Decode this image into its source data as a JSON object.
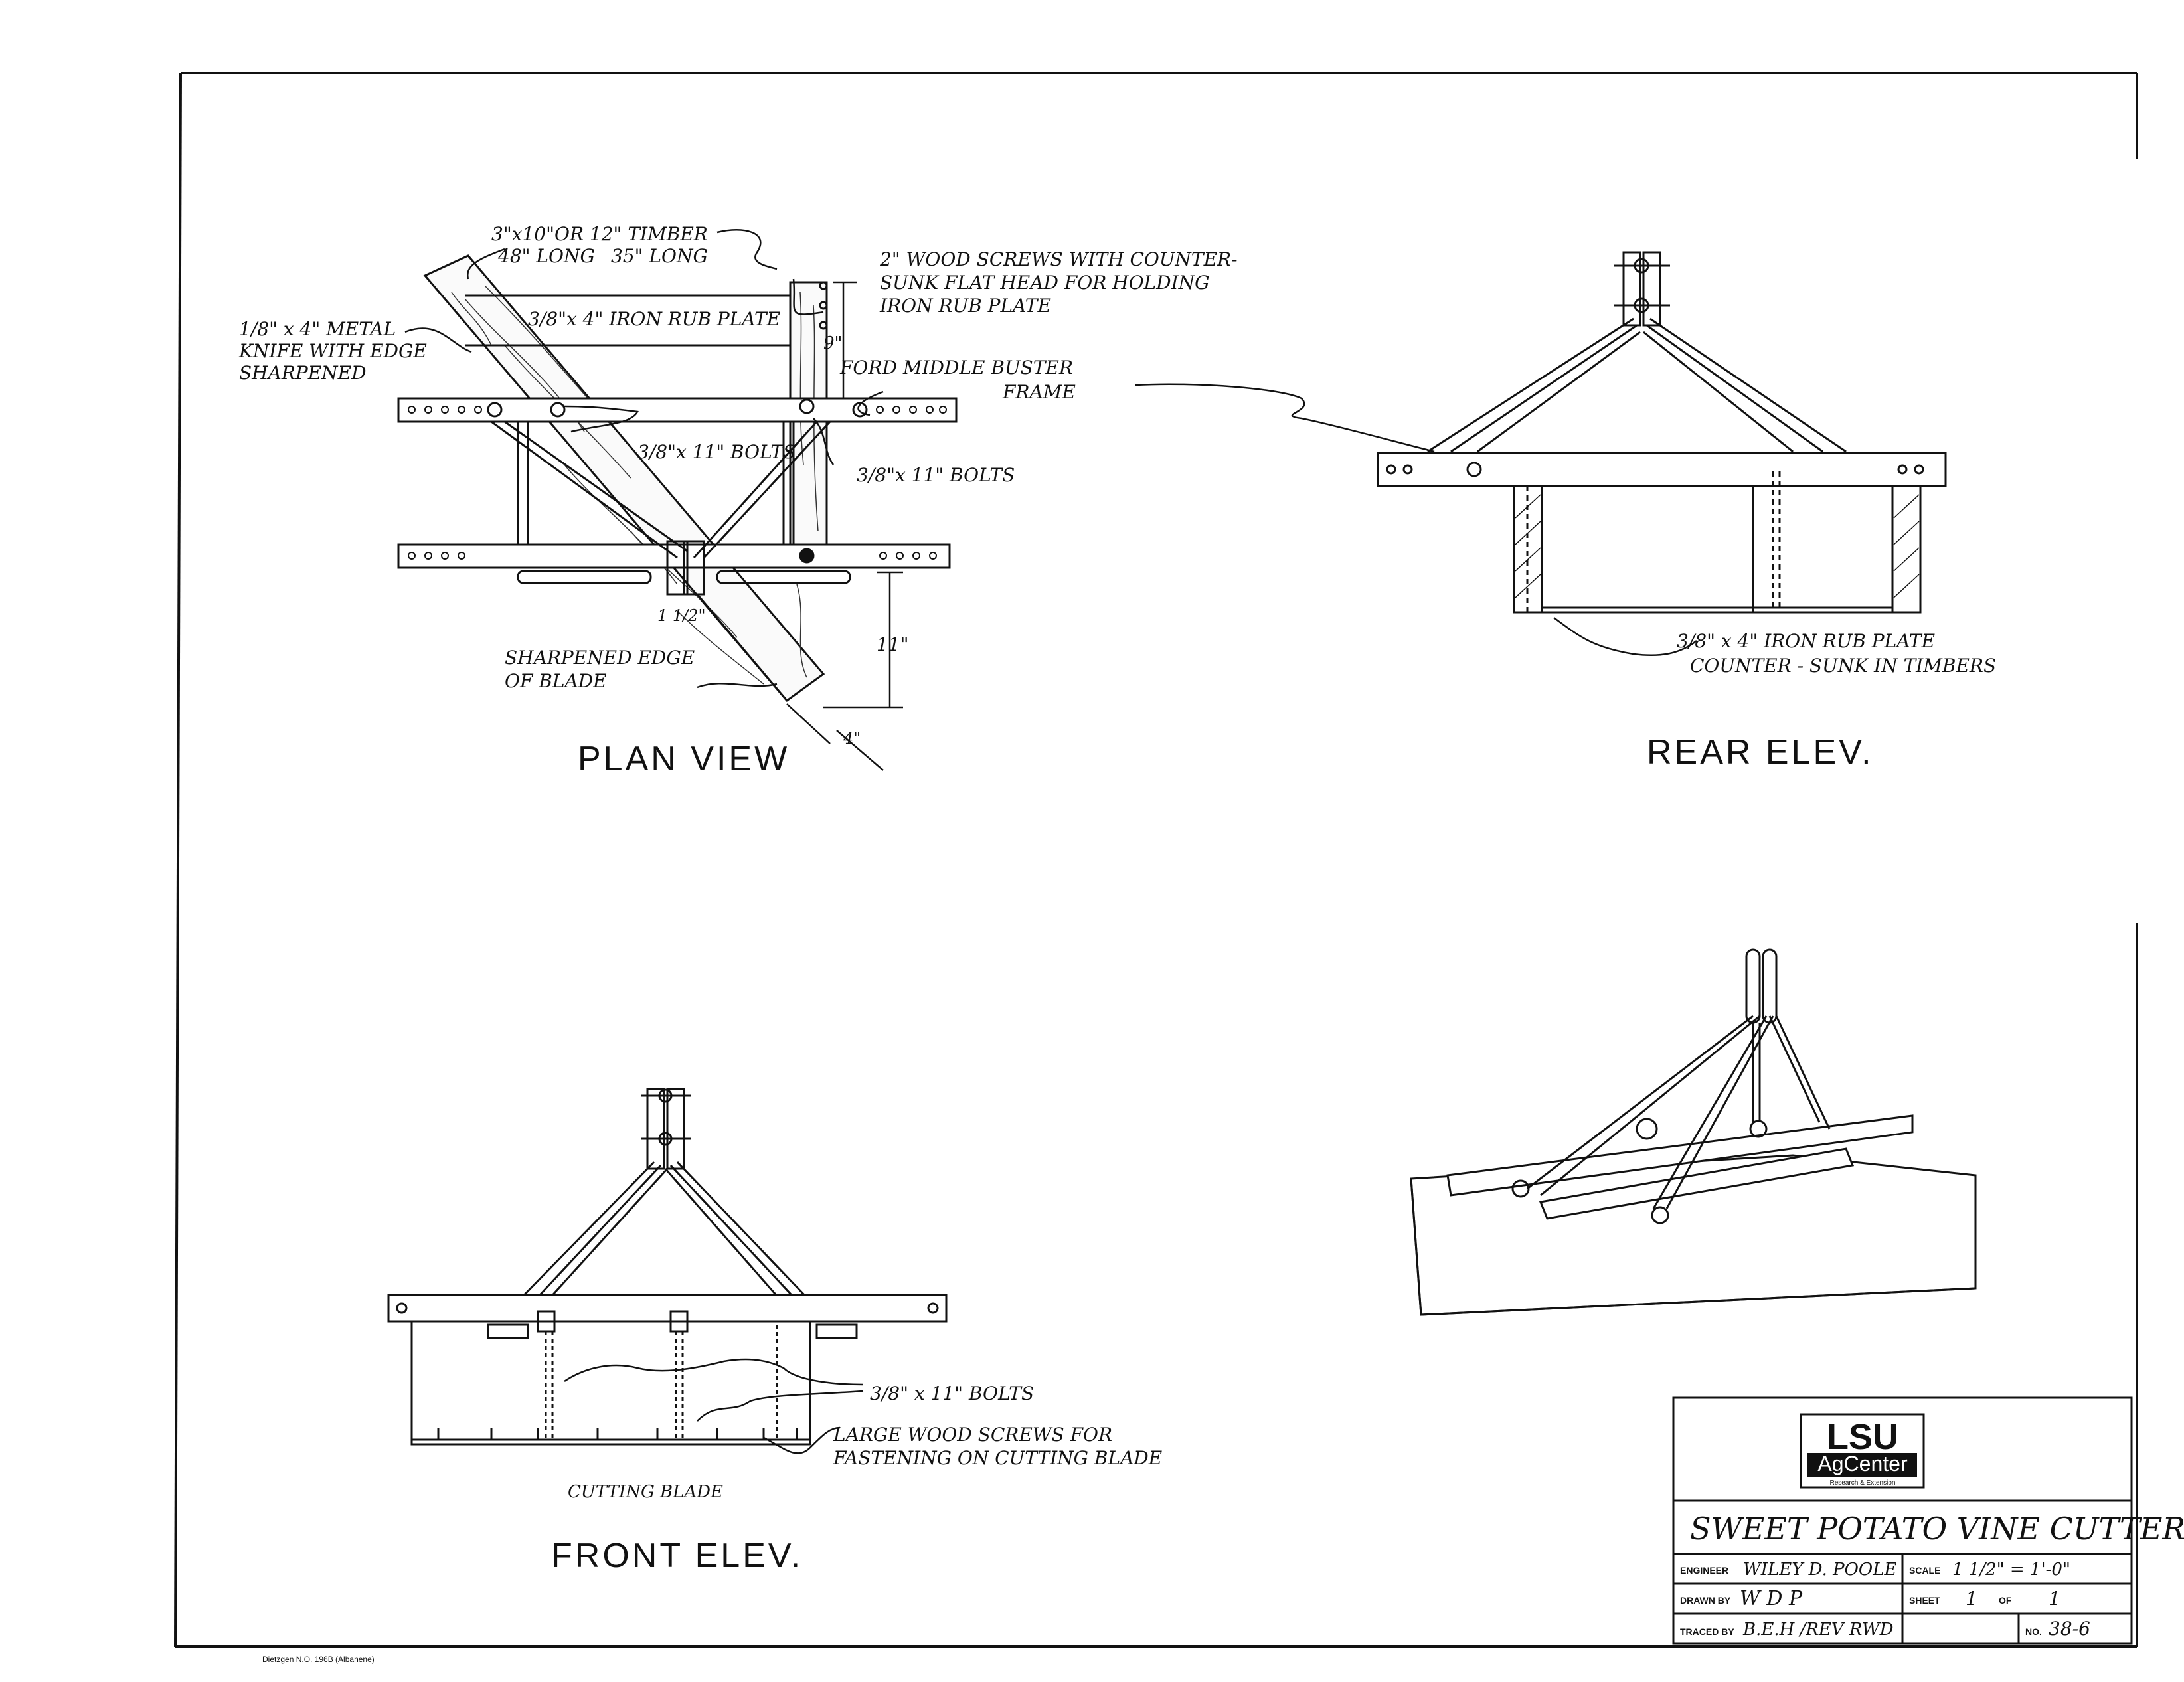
{
  "plan_view": {
    "title": "PLAN VIEW",
    "timber_line1": "3\"x10\"OR 12\" TIMBER",
    "timber_line2_a": "48\" LONG",
    "timber_line2_b": "35\" LONG",
    "knife_line1": "1/8\" x 4\" METAL",
    "knife_line2": "KNIFE WITH EDGE",
    "knife_line3": "SHARPENED",
    "rub_plate": "3/8\"x 4\" IRON RUB PLATE",
    "screws_line1": "2\" WOOD SCREWS WITH COUNTER-",
    "screws_line2": "SUNK FLAT HEAD FOR HOLDING",
    "screws_line3": "IRON RUB PLATE",
    "dim_9": "9\"",
    "frame_line1": "FORD MIDDLE BUSTER",
    "frame_line2": "FRAME",
    "bolts_left": "3/8\"x 11\" BOLTS",
    "bolts_right": "3/8\"x 11\" BOLTS",
    "dim_1half": "1 1/2\"",
    "dim_11": "11\"",
    "dim_4": "4\"",
    "edge_line1": "SHARPENED EDGE",
    "edge_line2": "OF BLADE"
  },
  "rear_elev": {
    "title": "REAR ELEV.",
    "plate_line1": "3/8\" x 4\" IRON RUB PLATE",
    "plate_line2": "COUNTER - SUNK IN TIMBERS"
  },
  "front_elev": {
    "title": "FRONT ELEV.",
    "bolts": "3/8\" x 11\" BOLTS",
    "screws_line1": "LARGE WOOD SCREWS FOR",
    "screws_line2": "FASTENING ON CUTTING BLADE",
    "blade": "CUTTING BLADE"
  },
  "title_block": {
    "logo_line1": "LSU",
    "logo_line2": "AgCenter",
    "logo_line3": "Research & Extension",
    "title": "SWEET POTATO VINE CUTTER",
    "engineer_label": "ENGINEER",
    "engineer_value": "WILEY D. POOLE",
    "scale_label": "SCALE",
    "scale_value": "1 1/2\" = 1'-0\"",
    "drawn_label": "DRAWN BY",
    "drawn_value": "W D P",
    "sheet_label": "SHEET",
    "sheet_value": "1",
    "of_label": "OF",
    "of_value": "1",
    "traced_label": "TRACED BY",
    "traced_value": "B.E.H /REV RWD",
    "no_label": "NO.",
    "no_value": "38-6"
  },
  "footer_note": "Dietzgen N.O. 196B (Albanene)"
}
